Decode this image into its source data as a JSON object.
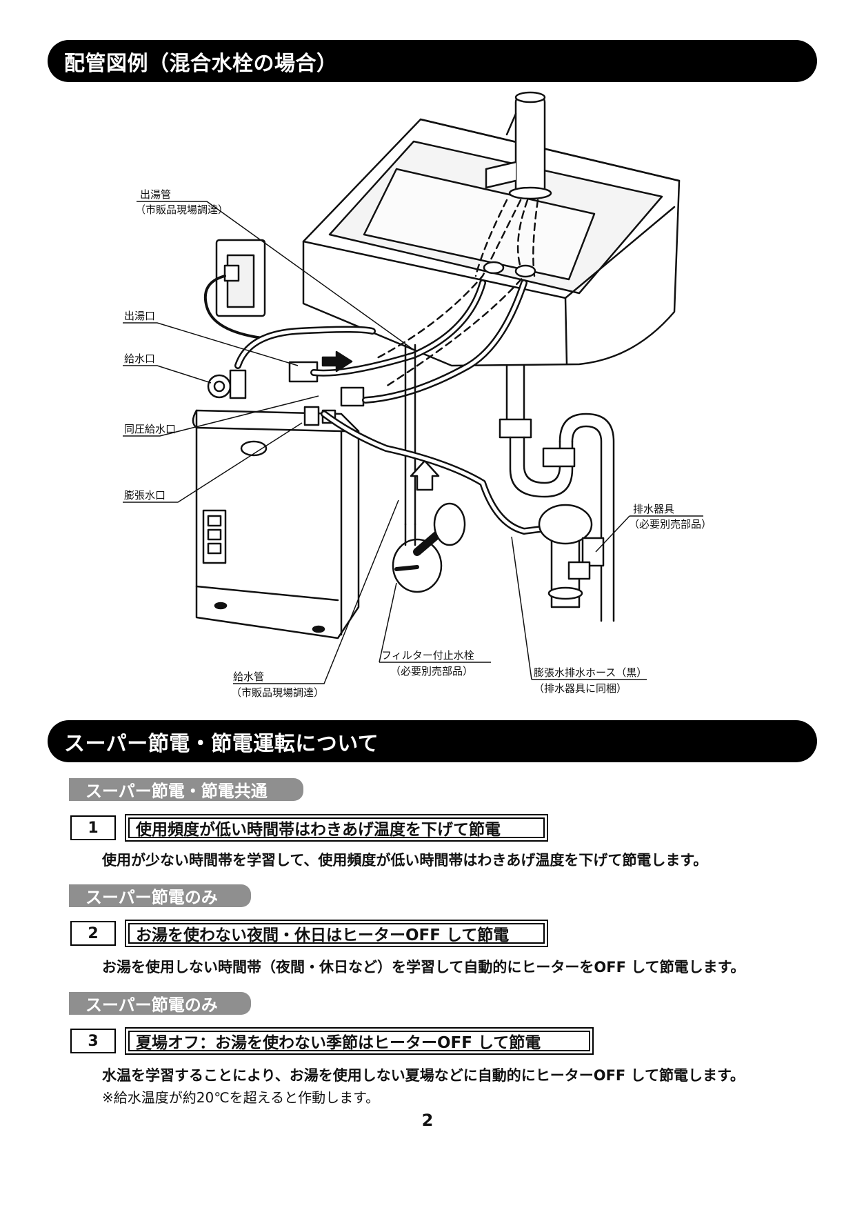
{
  "section1": {
    "title": "配管図例（混合水栓の場合）"
  },
  "diagram": {
    "labels": {
      "outlet_pipe": "出湯管",
      "outlet_pipe_sub": "（市販品現場調達）",
      "hot_outlet": "出湯口",
      "water_inlet": "給水口",
      "same_pressure_inlet": "同圧給水口",
      "expansion_outlet": "膨張水口",
      "drain_fitting": "排水器具",
      "drain_fitting_sub": "（必要別売部品）",
      "filter_valve": "フィルター付止水栓",
      "filter_valve_sub": "（必要別売部品）",
      "expansion_hose": "膨張水排水ホース（黒）",
      "expansion_hose_sub": "（排水器具に同梱）",
      "supply_pipe": "給水管",
      "supply_pipe_sub": "（市販品現場調達）"
    }
  },
  "section2": {
    "title": "スーパー節電・節電運転について",
    "blocks": [
      {
        "tag": "スーパー節電・節電共通",
        "number": "1",
        "title": "使用頻度が低い時間帯はわきあげ温度を下げて節電",
        "desc": "使用が少ない時間帯を学習して、使用頻度が低い時間帯はわきあげ温度を下げて節電します。"
      },
      {
        "tag": "スーパー節電のみ",
        "number": "2",
        "title": "お湯を使わない夜間・休日はヒーターOFF して節電",
        "desc": "お湯を使用しない時間帯（夜間・休日など）を学習して自動的にヒーターをOFF して節電します。"
      },
      {
        "tag": "スーパー節電のみ",
        "number": "3",
        "title": "夏場オフ：お湯を使わない季節はヒーターOFF して節電",
        "desc": "水温を学習することにより、お湯を使用しない夏場などに自動的にヒーターOFF して節電します。",
        "note": "※給水温度が約20℃を超えると作動します。"
      }
    ]
  },
  "page_number": "2"
}
